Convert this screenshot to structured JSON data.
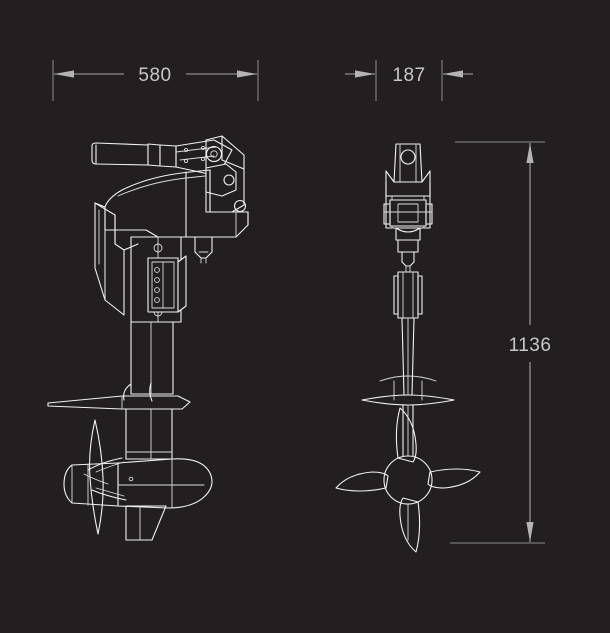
{
  "drawing": {
    "title": "Outboard motor technical drawing",
    "background_color": "#231f20",
    "line_color": "#f2f2f2",
    "dimension_color": "#a8a6a6",
    "text_color": "#c9c7c7",
    "units": "mm",
    "views": [
      {
        "name": "side-view",
        "label": ""
      },
      {
        "name": "front-view",
        "label": ""
      }
    ]
  },
  "dimensions": {
    "width_side": {
      "value": "580",
      "orientation": "horizontal",
      "applies_to": "side-view",
      "arrow_direction": "outward"
    },
    "width_front": {
      "value": "187",
      "orientation": "horizontal",
      "applies_to": "front-view",
      "arrow_direction": "inward"
    },
    "total_height": {
      "value": "1136",
      "orientation": "vertical",
      "applies_to": "front-view",
      "arrow_direction": "outward"
    }
  }
}
